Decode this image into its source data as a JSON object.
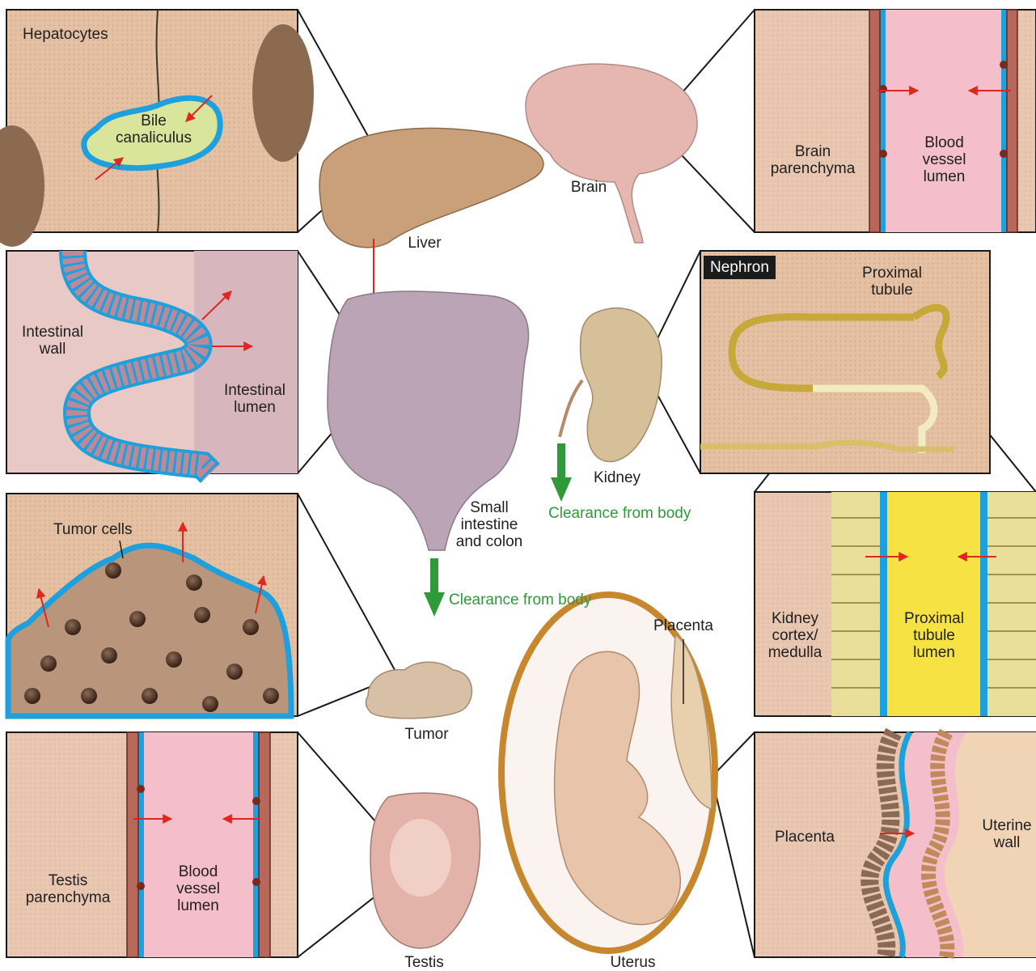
{
  "panels": {
    "liver": {
      "cell_label": "Hepatocytes",
      "lumen_label": "Bile\ncanaliculus"
    },
    "brain": {
      "tissue_label": "Brain\nparenchyma",
      "lumen_label": "Blood\nvessel\nlumen"
    },
    "intestine": {
      "wall_label": "Intestinal\nwall",
      "lumen_label": "Intestinal\nlumen"
    },
    "nephron": {
      "tag": "Nephron",
      "tubule_label": "Proximal\ntubule"
    },
    "tumor": {
      "cells_label": "Tumor cells"
    },
    "kidney": {
      "tissue_label": "Kidney\ncortex/\nmedulla",
      "lumen_label": "Proximal\ntubule\nlumen"
    },
    "testis": {
      "tissue_label": "Testis\nparenchyma",
      "lumen_label": "Blood\nvessel\nlumen"
    },
    "placenta": {
      "tissue_label": "Placenta",
      "wall_label": "Uterine\nwall"
    }
  },
  "organs": {
    "liver": "Liver",
    "brain": "Brain",
    "intestine": "Small\nintestine\nand colon",
    "kidney": "Kidney",
    "tumor": "Tumor",
    "testis": "Testis",
    "uterus": "Uterus",
    "placenta": "Placenta"
  },
  "clearance": {
    "gut": "Clearance from body",
    "kidney": "Clearance from body"
  },
  "colors": {
    "tissue": "#e7c2a3",
    "membrane": "#1ea0dc",
    "arrow": "#e0261f",
    "clearance": "#2f9a3a",
    "vessel": "#f4bfca",
    "tubule": "#f7e244"
  }
}
